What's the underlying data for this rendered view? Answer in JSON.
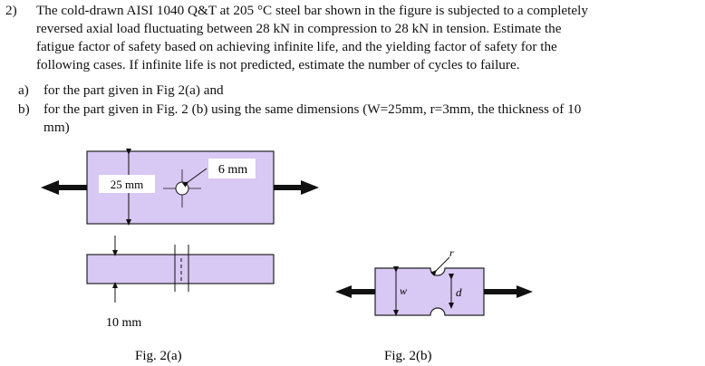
{
  "problem": {
    "number": "2)",
    "lines": [
      "The cold-drawn AISI 1040 Q&T at 205 °C  steel bar shown in the figure is subjected to a completely",
      "reversed axial load fluctuating between 28 kN in compression to 28 kN in tension. Estimate the",
      "fatigue factor of safety based on achieving infinite life, and the yielding factor of safety for the",
      "following cases. If infinite life is not predicted, estimate the number of cycles to failure."
    ],
    "part_a": {
      "label": "a)",
      "text": "for the part given in Fig 2(a) and"
    },
    "part_b": {
      "label": "b)",
      "text": "for the part given in Fig. 2 (b) using the same dimensions (W=25mm, r=3mm, the thickness of 10",
      "text_cont": "mm)"
    }
  },
  "figure_a": {
    "width_label": "25 mm",
    "hole_label": "6 mm",
    "thickness_label": "10 mm",
    "caption": "Fig. 2(a)",
    "fill_color": "#d8c8f4"
  },
  "figure_b": {
    "r_label": "r",
    "w_label": "w",
    "d_label": "d",
    "caption": "Fig. 2(b)",
    "fill_color": "#d8c8f4"
  }
}
